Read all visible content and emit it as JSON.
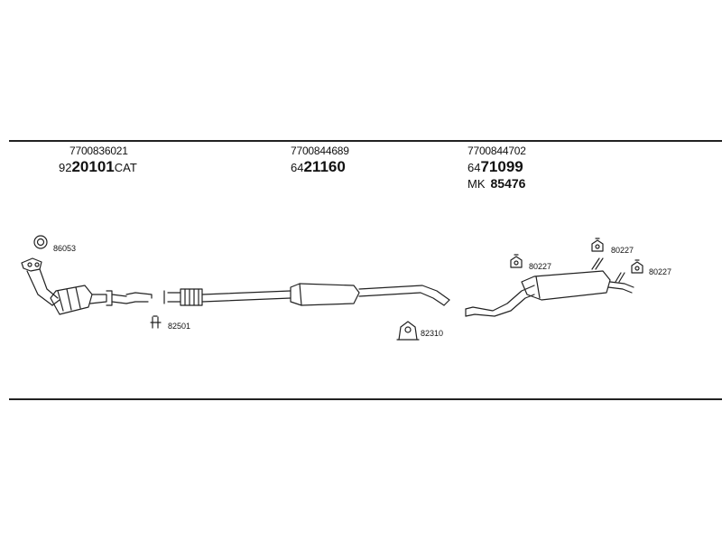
{
  "sections": [
    {
      "part_number": "7700836021",
      "code_prefix": "92",
      "code_main": "20101",
      "code_suffix": "CAT"
    },
    {
      "part_number": "7700844689",
      "code_prefix": "64",
      "code_main": "21160",
      "code_suffix": ""
    },
    {
      "part_number": "7700844702",
      "code_prefix": "64",
      "code_main": "71099",
      "code_suffix": ""
    }
  ],
  "mk": {
    "prefix": "MK",
    "number": "85476"
  },
  "callouts": {
    "gasket": "86053",
    "clamp_front": "82501",
    "clamp_mid": "82310",
    "mount_left": "80227",
    "mount_top": "80227",
    "mount_right": "80227"
  }
}
